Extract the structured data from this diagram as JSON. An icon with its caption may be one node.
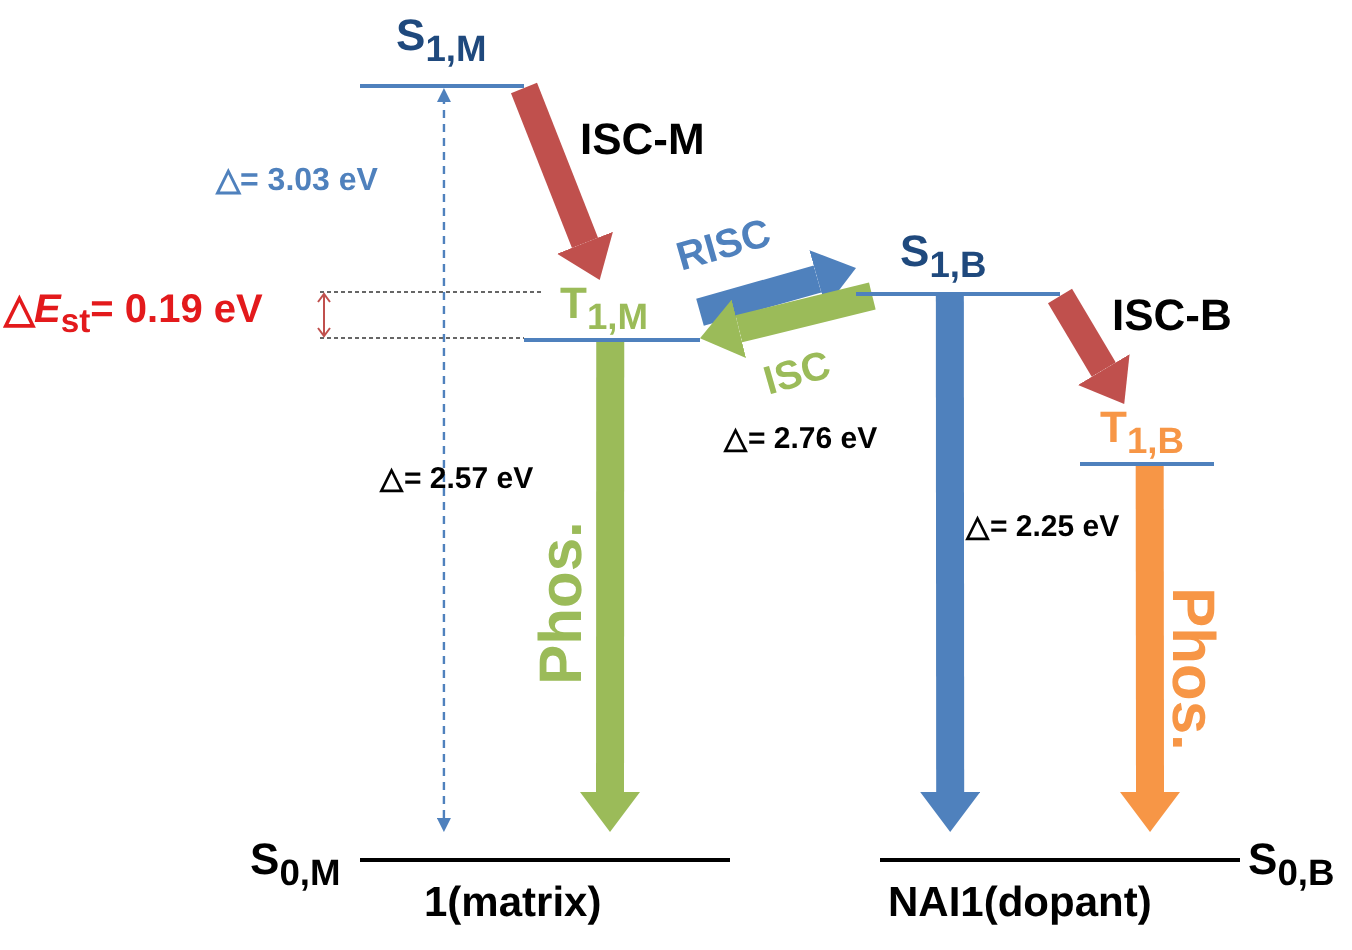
{
  "diagram": {
    "nodes": [
      {
        "text": [
          "S$_{1,M}$"
        ]
      },
      {
        "text": [
          "T$_{1,M}$"
        ]
      },
      {
        "text": [
          "S$_{1,B}$"
        ]
      },
      {
        "text": [
          "T$_{1,B}$"
        ]
      },
      {
        "text": [
          "S$_{0,M}$"
        ]
      },
      {
        "text": [
          "S$_{0,B}$"
        ]
      }
    ],
    "edges": [
      {
        "from": 0,
        "to": 1,
        "arrow": "to",
        "label": "ISC-M",
        "color": "#c0504d"
      },
      {
        "from": 1,
        "to": 2,
        "arrow": "to",
        "label": "RISC",
        "color": "#4f81bd"
      },
      {
        "from": 2,
        "to": 1,
        "arrow": "to",
        "label": "ISC",
        "color": "#9bbb59"
      },
      {
        "from": 2,
        "to": 3,
        "arrow": "to",
        "label": "ISC-B",
        "color": "#c0504d"
      },
      {
        "from": 1,
        "to": 4,
        "arrow": "to",
        "label": "Phos.",
        "color": "#9bbb59"
      },
      {
        "from": 2,
        "to": 5,
        "arrow": "to",
        "color": "#4f81bd"
      },
      {
        "from": 3,
        "to": 5,
        "arrow": "to",
        "label": "Phos.",
        "color": "#f79646"
      },
      {
        "from": 4,
        "to": 0,
        "arrow": "both",
        "label": "△= 3.03 eV",
        "style": "dashed",
        "color": "#4f81bd"
      }
    ],
    "labels": [
      "△*E*$_{st}$= 0.19 eV",
      "△= 2.57 eV",
      "△= 2.76 eV",
      "△= 2.25 eV",
      "1(matrix)",
      "NAI1(dopant)"
    ]
  }
}
